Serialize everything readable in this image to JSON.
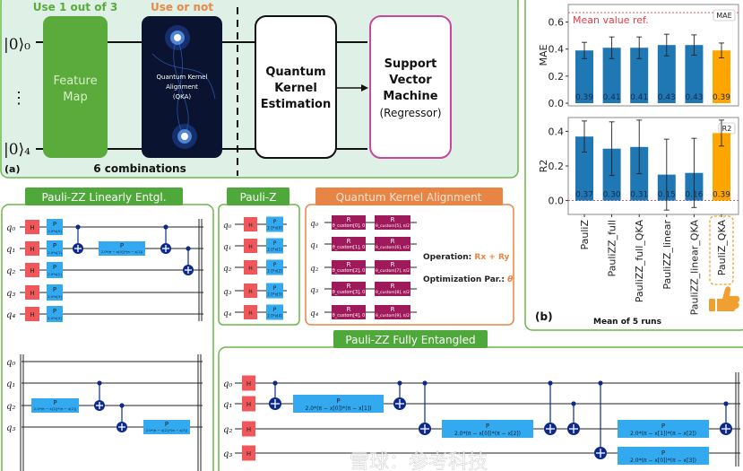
{
  "panel_a": {
    "label": "(a)",
    "use_one_of_three": "Use 1 out of 3",
    "use_or_not": "Use or not",
    "ket_top": "|0⟩₀",
    "ket_bottom": "|0⟩₄",
    "ellipsis": "⋮",
    "feature_map": [
      "Feature",
      "Map"
    ],
    "qka": [
      "Quantum Kernel",
      "Alignment",
      "(QKA)"
    ],
    "qke": [
      "Quantum",
      "Kernel",
      "Estimation"
    ],
    "svm": [
      "Support",
      "Vector",
      "Machine",
      "(Regressor)"
    ],
    "combinations": "6 combinations",
    "colors": {
      "green": "#5aab3c",
      "orange": "#e8884a",
      "pink": "#c8489e",
      "panel_bg": "#dff1e6"
    }
  },
  "panel_b": {
    "label": "(b)",
    "xlabel": "Mean of 5 runs",
    "highlight": "PauliZ_QKA",
    "thumb_icon": "thumbs-up-icon"
  },
  "chart_data": [
    {
      "type": "bar",
      "ylabel": "MAE",
      "legend": "MAE",
      "legend_position": "top-right",
      "categories": [
        "PauliZ",
        "PauliZZ_full",
        "PauliZZ_full_QKA",
        "PauliZZ_linear",
        "PauliZZ_linear_QKA",
        "PauliZ_QKA"
      ],
      "values": [
        0.39,
        0.41,
        0.41,
        0.43,
        0.43,
        0.39
      ],
      "value_labels": [
        "0.39",
        "0.41",
        "0.41",
        "0.43",
        "0.43",
        "0.39"
      ],
      "errors": [
        0.06,
        0.08,
        0.08,
        0.08,
        0.075,
        0.055
      ],
      "yticks": [
        "0.0",
        "0.2",
        "0.4",
        "0.6"
      ],
      "ylim": [
        -0.02,
        0.73
      ],
      "reference": {
        "label": "Mean value ref.",
        "value": 0.67,
        "color": "#e0404a"
      },
      "colors": [
        "#1f77b4",
        "#1f77b4",
        "#1f77b4",
        "#1f77b4",
        "#1f77b4",
        "#ffa500"
      ]
    },
    {
      "type": "bar",
      "ylabel": "R2",
      "legend": "R2",
      "legend_position": "top-right",
      "categories": [
        "PauliZ",
        "PauliZZ_full",
        "PauliZZ_full_QKA",
        "PauliZZ_linear",
        "PauliZZ_linear_QKA",
        "PauliZ_QKA"
      ],
      "values": [
        0.37,
        0.3,
        0.31,
        0.15,
        0.16,
        0.39
      ],
      "value_labels": [
        "0.37",
        "0.30",
        "0.31",
        "0.15",
        "0.16",
        "0.39"
      ],
      "errors": [
        0.09,
        0.155,
        0.155,
        0.205,
        0.2,
        0.075
      ],
      "yticks": [
        "0.0",
        "0.2",
        "0.4"
      ],
      "ylim": [
        -0.08,
        0.48
      ],
      "reference": {
        "value": 0.0,
        "color": "#e0404a"
      },
      "colors": [
        "#1f77b4",
        "#1f77b4",
        "#1f77b4",
        "#1f77b4",
        "#1f77b4",
        "#ffa500"
      ]
    }
  ],
  "linear": {
    "title": "Pauli-ZZ Linearly Entgl.",
    "qubits": [
      "q₀",
      "q₁",
      "q₂",
      "q₃",
      "q₄"
    ],
    "qubits2": [
      "q₀",
      "q₁",
      "q₂",
      "q₃"
    ],
    "h": "H",
    "p": "P",
    "p_params": [
      "2.0*x[0]",
      "2.0*x[1]",
      "2.0*x[2]",
      "2.0*x[3]",
      "2.0*x[4]"
    ],
    "zz_params": [
      "2.0*(π − x[0])*(π − x[1])",
      "2.0*(π − x[1])*(π − x[2])",
      "2.0*(π − x[2])*(π − x[3])"
    ]
  },
  "pauliz": {
    "title": "Pauli-Z",
    "qubits": [
      "q₀",
      "q₁",
      "q₂",
      "q₃",
      "q₄"
    ],
    "h": "H",
    "p": "P",
    "p_params": [
      "2.0*x[0]",
      "2.0*x[1]",
      "2.0*x[2]",
      "2.0*x[3]",
      "2.0*x[4]"
    ]
  },
  "qka": {
    "title": "Quantum Kernel Alignment",
    "qubits": [
      "q₀",
      "q₁",
      "q₂",
      "q₃",
      "q₄"
    ],
    "r": "R",
    "r1_params": [
      "θ_custom[0], 0",
      "θ_custom[1], 0",
      "θ_custom[2], 0",
      "θ_custom[3], 0",
      "θ_custom[4], 0"
    ],
    "r2_params": [
      "θ_custom[5], π/2",
      "θ_custom[6], π/2",
      "θ_custom[7], π/2",
      "θ_custom[8], π/2",
      "θ_custom[9], π/2"
    ],
    "operation_label": "Operation: ",
    "operation_value": "Rx + Ry",
    "param_label": "Optimization Par.: ",
    "param_value": "θ"
  },
  "full": {
    "title": "Pauli-ZZ Fully Entangled",
    "qubits": [
      "q₀",
      "q₁",
      "q₂",
      "q₃"
    ],
    "h": "H",
    "p": "P",
    "zz_params": [
      "2.0*(π − x[0])*(π − x[1])",
      "2.0*(π − x[0])*(π − x[2])",
      "2.0*(π − x[1])*(π − x[2])",
      "2.0*(π − x[0])*(π − x[3])"
    ]
  },
  "watermark": "雪球：参考科技",
  "colors": {
    "h_gate": "#f0575a",
    "p_gate": "#33aaf0",
    "r_gate": "#9e1a5a",
    "cnot": "#0d2a8a",
    "panel_border": "#6bb84a",
    "tab_green": "#4fa83a",
    "tab_orange": "#e98544"
  }
}
